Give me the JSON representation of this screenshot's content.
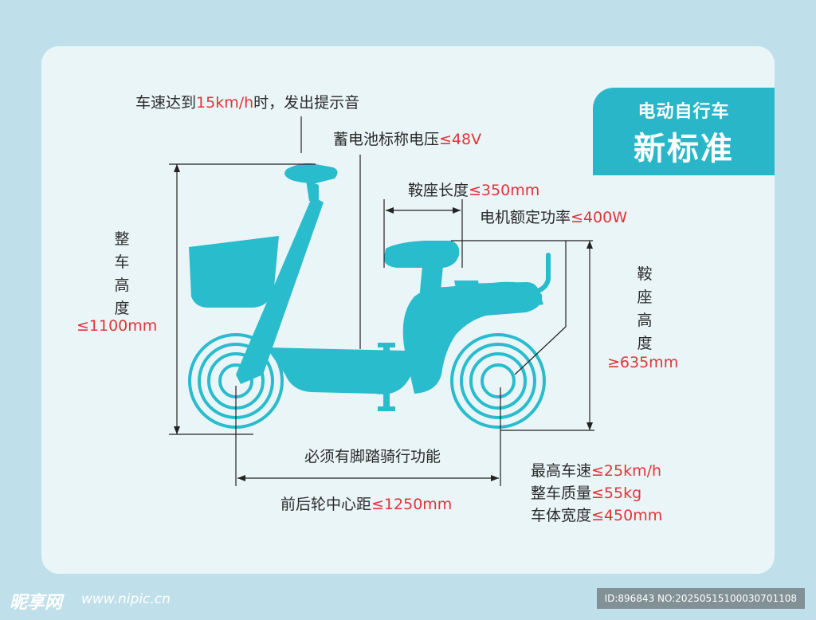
{
  "badge": {
    "line1": "电动自行车",
    "line2": "新标准"
  },
  "labels": {
    "speed_alert": {
      "prefix": "车速达到",
      "value": "15km/h",
      "suffix": "时，发出提示音"
    },
    "battery": {
      "prefix": "蓄电池标称电压",
      "value": "≤48V"
    },
    "saddle_length": {
      "prefix": "鞍座长度",
      "value": "≤350mm"
    },
    "motor": {
      "prefix": "电机额定功率",
      "value": "≤400W"
    },
    "total_height": {
      "chars": [
        "整",
        "车",
        "高",
        "度"
      ],
      "value": "≤1100mm"
    },
    "saddle_height": {
      "chars": [
        "鞍",
        "座",
        "高",
        "度"
      ],
      "value": "≥635mm"
    },
    "pedal": "必须有脚踏骑行功能",
    "wheelbase": {
      "prefix": "前后轮中心距",
      "value": "≤1250mm"
    },
    "max_speed": {
      "prefix": "最高车速",
      "value": "≤25km/h"
    },
    "mass": {
      "prefix": "整车质量",
      "value": "≤55kg"
    },
    "width": {
      "prefix": "车体宽度",
      "value": "≤450mm"
    }
  },
  "footer": {
    "logo": "昵享网",
    "url": "www.nipic.cn",
    "id": "ID:896843 NO:20250515100030701108"
  },
  "colors": {
    "accent": "#29b6c9",
    "bike": "#29bccd",
    "value_red": "#e0353a"
  }
}
